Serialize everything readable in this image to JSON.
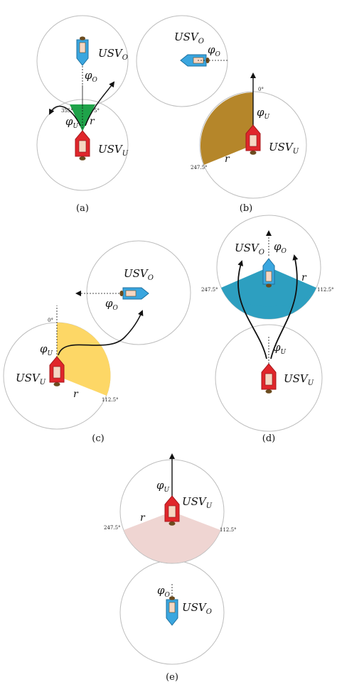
{
  "colors": {
    "circle_stroke": "#bdbdbd",
    "usv_o_fill": "#3aa6df",
    "usv_u_fill": "#e0262b",
    "cabin_fill": "#f6d7c3",
    "green_sector": "#1fa34a",
    "brown_sector": "#b5862a",
    "yellow_sector": "#fdd766",
    "teal_sector": "#2d9fc0",
    "pink_sector": "#efd5d2",
    "motor": "#6b4b1e"
  },
  "labels": {
    "usv_o": "USV",
    "usv_o_sub": "O",
    "usv_u": "USV",
    "usv_u_sub": "U",
    "phi": "φ",
    "phi_o_sub": "O",
    "phi_u_sub": "U",
    "r": "r"
  },
  "panels": [
    {
      "caption": "(a)",
      "angles": [
        "355°",
        "5°"
      ]
    },
    {
      "caption": "(b)",
      "angles": [
        "0°",
        "247.5°"
      ]
    },
    {
      "caption": "(c)",
      "angles": [
        "0°",
        "112.5°"
      ]
    },
    {
      "caption": "(d)",
      "angles": [
        "247.5°",
        "112.5°"
      ]
    },
    {
      "caption": "(e)",
      "angles": [
        "247.5°",
        "112.5°"
      ]
    }
  ]
}
